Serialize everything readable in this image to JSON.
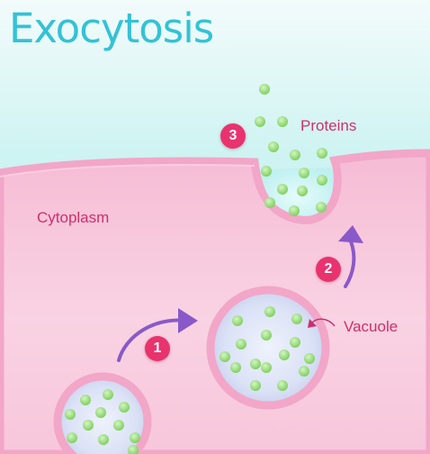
{
  "title": "Exocytosis",
  "labels": {
    "cytoplasm": "Cytoplasm",
    "proteins": "Proteins",
    "vacuole": "Vacuole"
  },
  "steps": [
    "1",
    "2",
    "3"
  ],
  "colors": {
    "title": "#33c2d6",
    "label": "#cf2f6b",
    "badge": "#e8336f",
    "arrow": "#8a59c9",
    "protein": "#8fd870",
    "membrane": "#f4a9cb",
    "cytoplasm": "#f7bfd6",
    "extracellular": "#bfeff0"
  }
}
